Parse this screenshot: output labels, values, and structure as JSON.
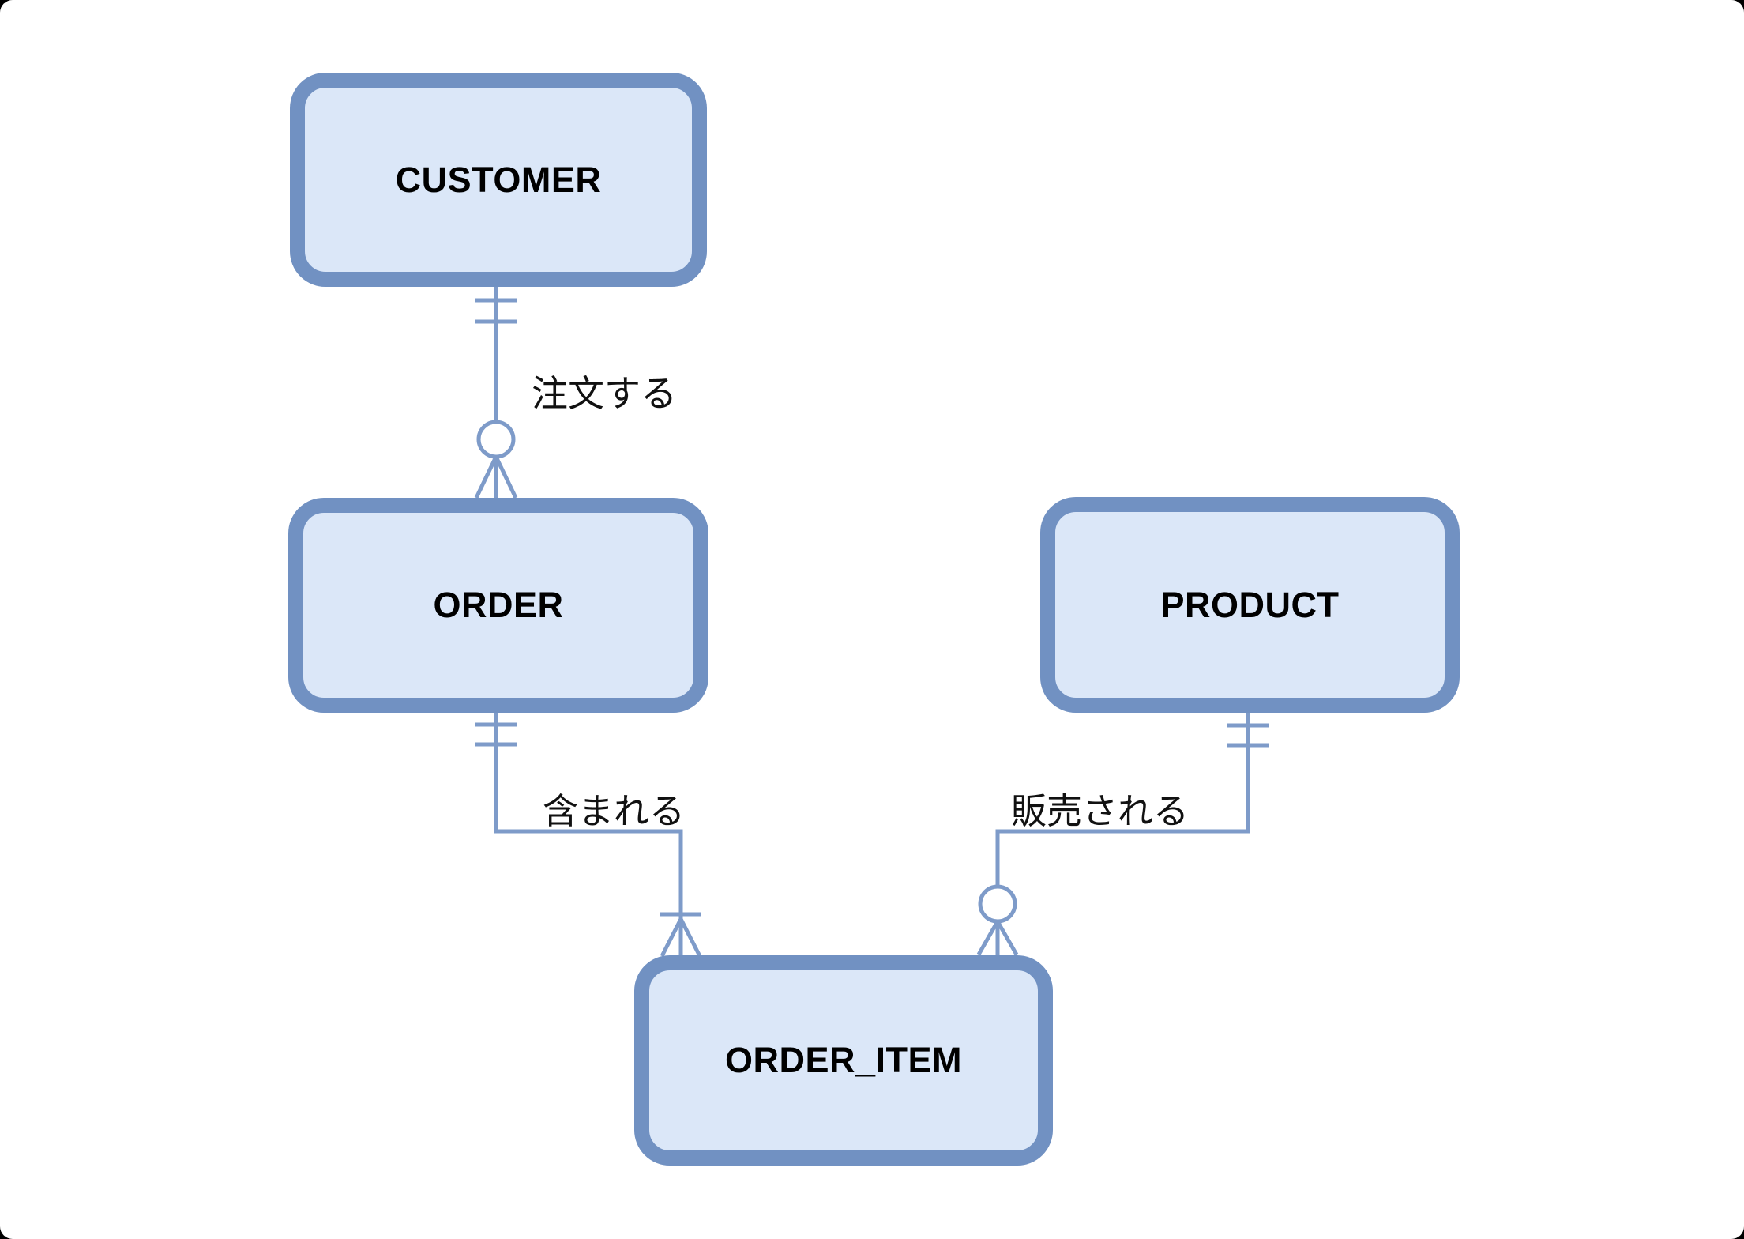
{
  "diagram": {
    "kind": "entity-relationship-diagram",
    "notation": "crows-foot",
    "entities": [
      {
        "id": "customer",
        "name": "CUSTOMER"
      },
      {
        "id": "order",
        "name": "ORDER"
      },
      {
        "id": "product",
        "name": "PRODUCT"
      },
      {
        "id": "order_item",
        "name": "ORDER_ITEM"
      }
    ],
    "relationships": [
      {
        "from": "CUSTOMER",
        "to": "ORDER",
        "label": "注文する",
        "from_cardinality": "one-and-only-one",
        "to_cardinality": "zero-or-many"
      },
      {
        "from": "ORDER",
        "to": "ORDER_ITEM",
        "label": "含まれる",
        "from_cardinality": "one-and-only-one",
        "to_cardinality": "one-or-many"
      },
      {
        "from": "PRODUCT",
        "to": "ORDER_ITEM",
        "label": "販売される",
        "from_cardinality": "one-and-only-one",
        "to_cardinality": "zero-or-many"
      }
    ]
  },
  "colors": {
    "canvas_bg": "#ffffff",
    "entity_border": "#7191c2",
    "entity_fill": "#dbe7f8",
    "entity_text": "#000000",
    "connector": "#7e9bc9",
    "label_text": "#111111"
  }
}
